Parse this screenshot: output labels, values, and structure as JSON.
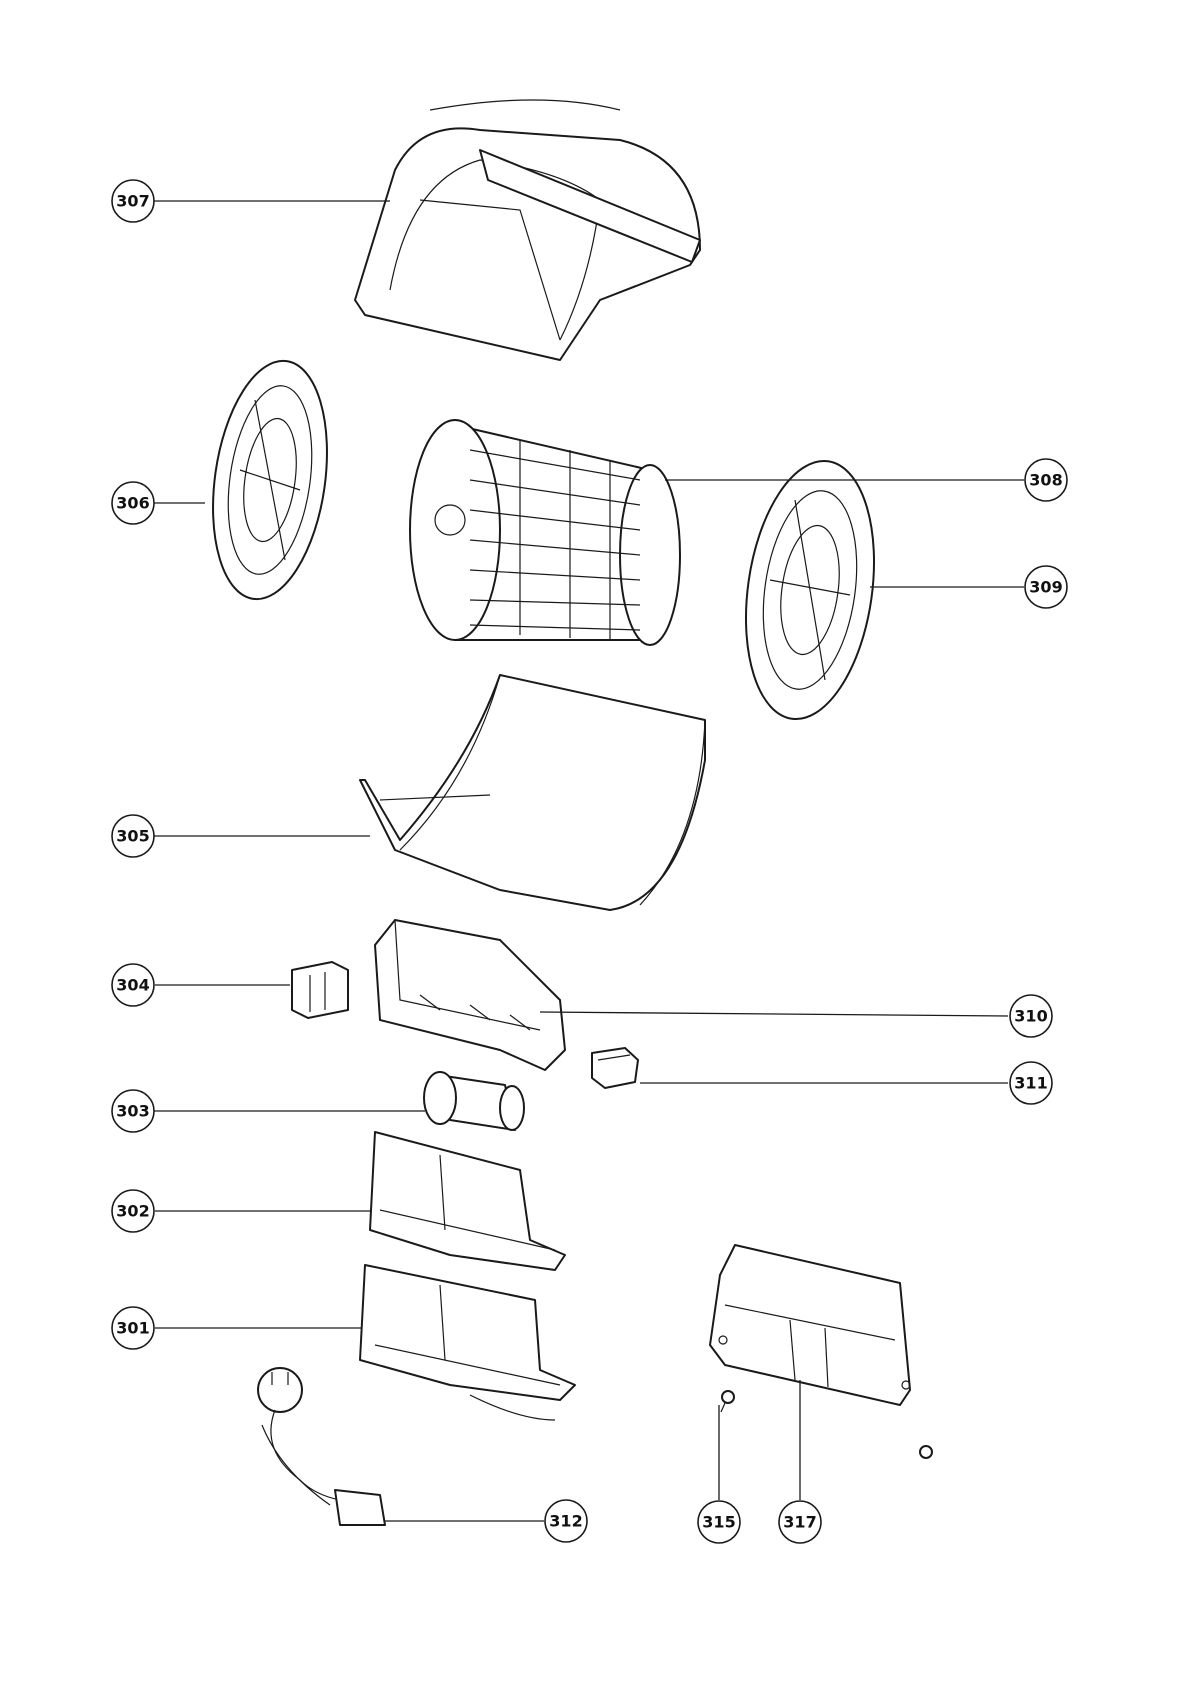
{
  "callouts": [
    {
      "id": "307",
      "label": "307"
    },
    {
      "id": "306",
      "label": "306"
    },
    {
      "id": "308",
      "label": "308"
    },
    {
      "id": "309",
      "label": "309"
    },
    {
      "id": "305",
      "label": "305"
    },
    {
      "id": "304",
      "label": "304"
    },
    {
      "id": "310",
      "label": "310"
    },
    {
      "id": "311",
      "label": "311"
    },
    {
      "id": "303",
      "label": "303"
    },
    {
      "id": "302",
      "label": "302"
    },
    {
      "id": "301",
      "label": "301"
    },
    {
      "id": "312",
      "label": "312"
    },
    {
      "id": "315",
      "label": "315"
    },
    {
      "id": "317",
      "label": "317"
    }
  ],
  "colors": {
    "line": "#1a1a1a",
    "background": "#ffffff"
  }
}
